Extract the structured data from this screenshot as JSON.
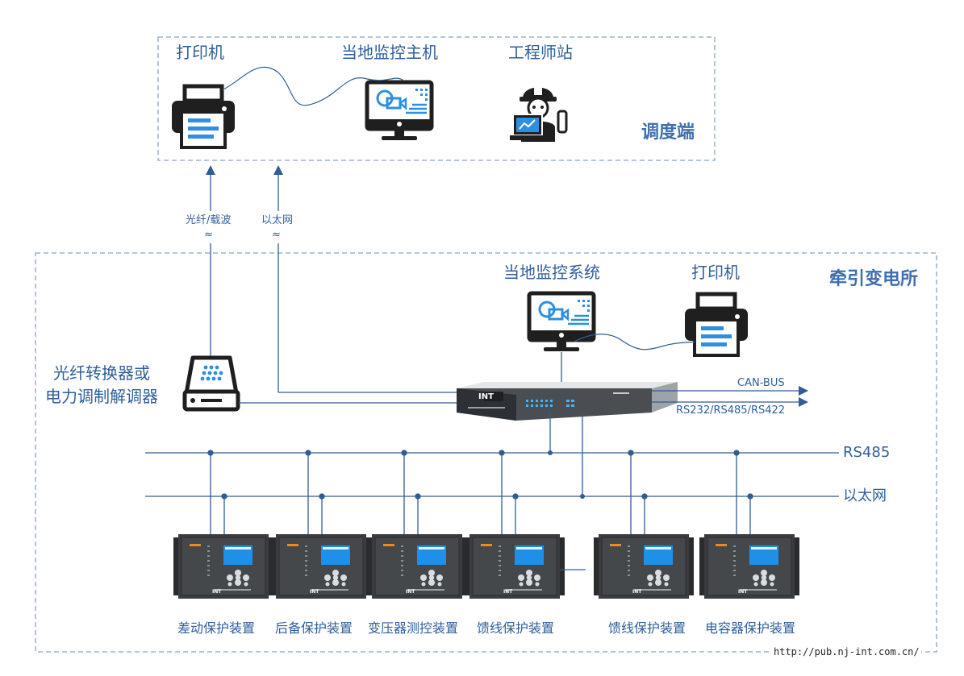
{
  "dispatch": {
    "title": "调度端",
    "printer_label": "打印机",
    "monitor_host_label": "当地监控主机",
    "engineer_label": "工程师站"
  },
  "links": {
    "fiber_label": "光纤/载波",
    "ethernet_label": "以太网",
    "wave_symbol": "≈"
  },
  "substation": {
    "title": "牵引变电所",
    "monitor_system_label": "当地监控系统",
    "printer_label": "打印机",
    "converter_label_line1": "光纤转换器或",
    "converter_label_line2": "电力调制解调器",
    "gateway_brand": "INT",
    "can_bus_label": "CAN-BUS",
    "serial_label": "RS232/RS485/RS422",
    "bus_rs485_label": "RS485",
    "bus_ethernet_label": "以太网"
  },
  "devices": [
    {
      "label": "差动保护装置"
    },
    {
      "label": "后备保护装置"
    },
    {
      "label": "变压器测控装置"
    },
    {
      "label": "馈线保护装置"
    },
    {
      "label": "馈线保护装置"
    },
    {
      "label": "电容器保护装置"
    }
  ],
  "device_brand": "INT",
  "footer_url": "http://pub.nj-int.com.cn/",
  "colors": {
    "line": "#2f5d95",
    "dash": "#8aa4c4",
    "icon_dark": "#1f1f1f",
    "icon_blue": "#2d8fe0"
  }
}
